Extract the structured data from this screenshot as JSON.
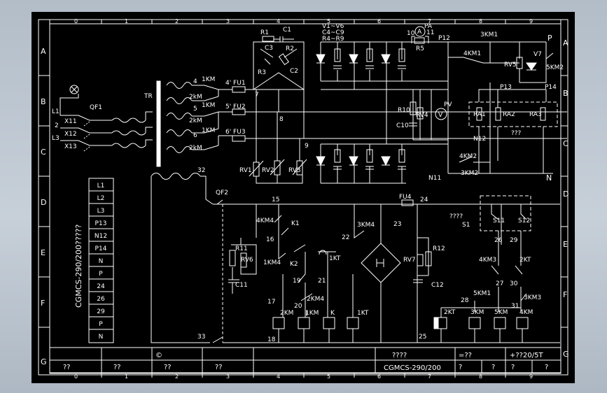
{
  "drawing": {
    "grid_columns": [
      "0",
      "1",
      "2",
      "3",
      "4",
      "5",
      "6",
      "7",
      "8",
      "9"
    ],
    "grid_rows": [
      "A",
      "B",
      "C",
      "D",
      "E",
      "F",
      "G"
    ],
    "vertical_title": "CGMCS-290/200?????",
    "terminals": [
      "L1",
      "L2",
      "L3",
      "P13",
      "N12",
      "P14",
      "N",
      "P",
      "24",
      "26",
      "29",
      "P",
      "N"
    ],
    "title_block": {
      "copyright": "©",
      "placeholders": [
        "??",
        "??",
        "??",
        "??"
      ],
      "title_marks": "????",
      "drawing_number": "CGMCS-290/200",
      "scale": "=??",
      "sheet": "+??20/5T",
      "bottom_marks": [
        "?",
        "?",
        "?",
        "?"
      ]
    }
  },
  "labels": {
    "L1": "L1",
    "L2": "2",
    "L3": "L3",
    "X11": "X11",
    "X12": "X12",
    "X13": "X13",
    "QF1": "QF1",
    "TR": "TR",
    "W4": "4",
    "W5": "5",
    "W6": "6",
    "KM1a": "1KM",
    "KM1b": "1KM",
    "KM1c": "1KM",
    "KM2a": "2kM",
    "KM2b": "2kM",
    "KM2c": "2kM",
    "FU1": "4' FU1",
    "FU2": "5' FU2",
    "FU3": "6' FU3",
    "N7": "7",
    "N8": "8",
    "N9": "9",
    "R1": "R1",
    "C1": "C1",
    "C3": "C3",
    "R2": "R2",
    "R3": "R3",
    "C2": "C2",
    "RV1": "RV1",
    "RV2": "RV2",
    "RV3": "RV3",
    "V1": "V1~V6",
    "C4": "C4~C9",
    "R4": "R4~R9",
    "PA": "PA",
    "AM": "A",
    "N10": "10",
    "N11t": "11",
    "R5": "R5",
    "P12": "P12",
    "KM3a": "3KM1",
    "KM4a": "4KM1",
    "P": "P",
    "RV5": "RV5",
    "V7": "V7",
    "KM5a": "5KM2",
    "P13": "P13",
    "P14": "P14",
    "R10": "R10",
    "RV4": "RV4",
    "PV": "PV",
    "VM": "V",
    "C10": "C10",
    "RA1": "RA1",
    "RA2": "RA2",
    "RA3": "RA3",
    "N12": "N12",
    "Q3": "???",
    "KM4b": "4KM2",
    "KM3b": "3KM2",
    "N11": "N11",
    "N": "N",
    "W32": "32",
    "QF2": "QF2",
    "W33": "33",
    "N15": "15",
    "KM4c": "4KM4",
    "K1": "K1",
    "N16": "16",
    "R11": "R11",
    "RV6": "RV6",
    "C11": "C11",
    "KM1d": "1KM4",
    "K2": "K2",
    "KT1": "1KT",
    "N19": "19",
    "N21": "21",
    "N22": "22",
    "KM4d": "3KM4",
    "N23": "23",
    "KM2d": "2KM4",
    "N17": "17",
    "N20": "20",
    "N18": "18",
    "C_2KM": "2KM",
    "C_1KM": "1KM",
    "C_K": "K",
    "C_1KT": "1KT",
    "FU4": "FU4",
    "N24": "24",
    "RV7": "RV7",
    "R12": "R12",
    "C12": "C12",
    "N25": "25",
    "Q4": "????",
    "S1": "S1",
    "S11": "S11",
    "S12": "S12",
    "N26": "26",
    "N29": "29",
    "KM3c": "4KM3",
    "KT2": "2KT",
    "N27": "27",
    "N30": "30",
    "KM5b": "5KM1",
    "KM3d": "3KM3",
    "N28": "28",
    "N31": "31",
    "C_2KT": "2KT",
    "C_3KM": "3KM",
    "C_5KM": "5KM",
    "C_4KM": "4KM"
  }
}
